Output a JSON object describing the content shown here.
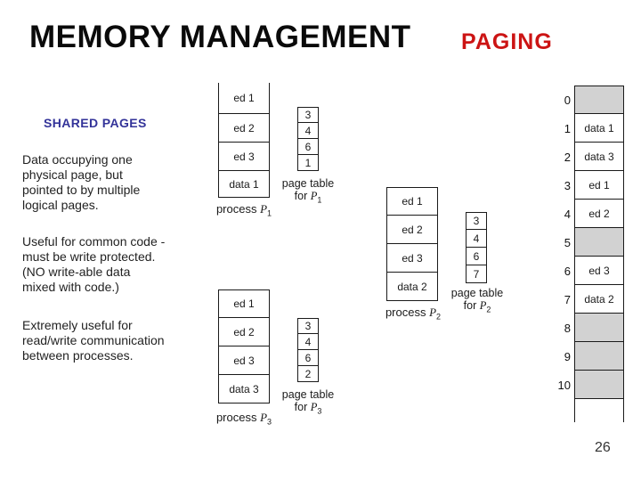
{
  "header": {
    "title": "MEMORY MANAGEMENT",
    "subtitle": "PAGING"
  },
  "sidebar": {
    "heading": "SHARED PAGES",
    "para1": "Data occupying one\nphysical page, but\npointed to by multiple\nlogical pages.",
    "para2": "Useful for common code -\nmust be write protected.\n(NO write-able data\nmixed with code.)",
    "para3": "Extremely useful for\nread/write communication\nbetween processes."
  },
  "diagram": {
    "processes": [
      {
        "rows": [
          "ed 1",
          "ed 2",
          "ed 3",
          "data 1"
        ],
        "caption_prefix": "process ",
        "var": "P",
        "sub": "1",
        "page_table": [
          "3",
          "4",
          "6",
          "1"
        ],
        "pt_line1": "page table",
        "pt_for": "for "
      },
      {
        "rows": [
          "ed 1",
          "ed 2",
          "ed 3",
          "data 2"
        ],
        "caption_prefix": "process ",
        "var": "P",
        "sub": "2",
        "page_table": [
          "3",
          "4",
          "6",
          "7"
        ],
        "pt_line1": "page table",
        "pt_for": "for "
      },
      {
        "rows": [
          "ed 1",
          "ed 2",
          "ed 3",
          "data 3"
        ],
        "caption_prefix": "process ",
        "var": "P",
        "sub": "3",
        "page_table": [
          "3",
          "4",
          "6",
          "2"
        ],
        "pt_line1": "page table",
        "pt_for": "for "
      }
    ]
  },
  "memory": {
    "frames": [
      {
        "num": "0",
        "label": "",
        "shaded": true
      },
      {
        "num": "1",
        "label": "data 1",
        "shaded": false
      },
      {
        "num": "2",
        "label": "data 3",
        "shaded": false
      },
      {
        "num": "3",
        "label": "ed 1",
        "shaded": false
      },
      {
        "num": "4",
        "label": "ed 2",
        "shaded": false
      },
      {
        "num": "5",
        "label": "",
        "shaded": true
      },
      {
        "num": "6",
        "label": "ed 3",
        "shaded": false
      },
      {
        "num": "7",
        "label": "data 2",
        "shaded": false
      },
      {
        "num": "8",
        "label": "",
        "shaded": true
      },
      {
        "num": "9",
        "label": "",
        "shaded": true
      },
      {
        "num": "10",
        "label": "",
        "shaded": true
      }
    ]
  },
  "footer": {
    "page_number": "26"
  },
  "colors": {
    "subtitle_red": "#cc1414",
    "heading_navy": "#333399",
    "frame_shade": "#d2d2d2",
    "line": "#1a1a1a"
  }
}
